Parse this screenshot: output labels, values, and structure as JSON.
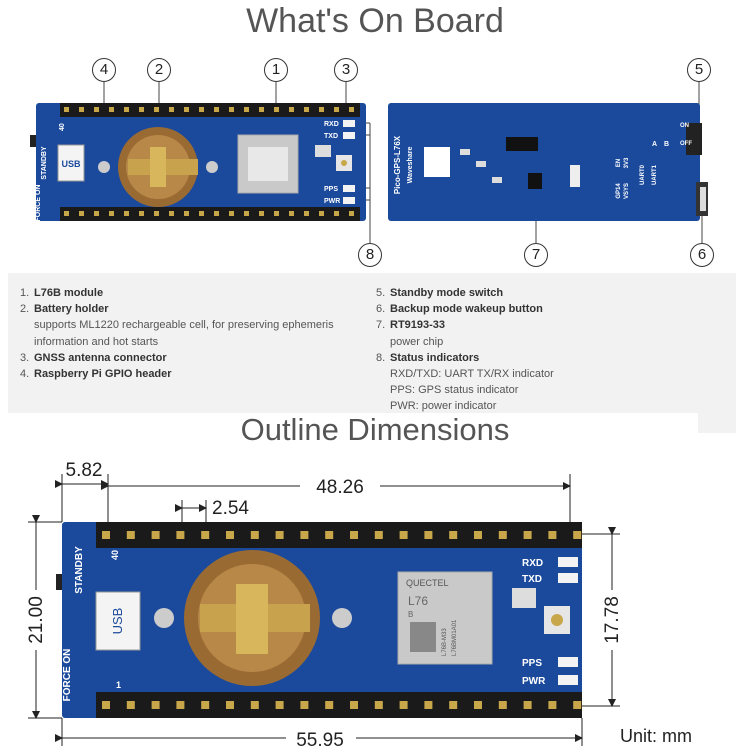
{
  "titles": {
    "top": "What's On Board",
    "bottom": "Outline Dimensions"
  },
  "callouts": [
    "1",
    "2",
    "3",
    "4",
    "5",
    "6",
    "7",
    "8"
  ],
  "front_board": {
    "rxd": "RXD",
    "txd": "TXD",
    "pps": "PPS",
    "pwr": "PWR",
    "standby": "STANDBY",
    "force_on": "FORCE ON",
    "usb": "USB",
    "pin40": "40",
    "pin1": "1"
  },
  "back_board": {
    "name": "Pico-GPS-L76X",
    "brand": "Waveshare",
    "on": "ON",
    "off": "OFF",
    "a": "A",
    "b": "B",
    "uart0": "UART0",
    "uart1": "UART1",
    "en": "EN",
    "v3": "3V3",
    "gp14": "GP14",
    "vsys": "VSYS"
  },
  "legend_left": [
    {
      "num": "1.",
      "label": "L76B module",
      "sub": []
    },
    {
      "num": "2.",
      "label": "Battery holder",
      "sub": [
        "supports ML1220 rechargeable cell, for preserving ephemeris",
        "information and hot starts"
      ]
    },
    {
      "num": "3.",
      "label": "GNSS antenna connector",
      "sub": []
    },
    {
      "num": "4.",
      "label": "Raspberry Pi GPIO header",
      "sub": []
    }
  ],
  "legend_right": [
    {
      "num": "5.",
      "label": "Standby mode switch",
      "sub": []
    },
    {
      "num": "6.",
      "label": "Backup mode wakeup button",
      "sub": []
    },
    {
      "num": "7.",
      "label": "RT9193-33",
      "sub": [
        "power chip"
      ]
    },
    {
      "num": "8.",
      "label": "Status indicators",
      "sub": [
        "RXD/TXD: UART TX/RX indicator",
        "PPS: GPS status indicator",
        "PWR: power indicator"
      ]
    }
  ],
  "dimensions": {
    "d582": "5.82",
    "d4826": "48.26",
    "d254": "2.54",
    "d2100": "21.00",
    "d1778": "17.78",
    "d5595": "55.95",
    "unit": "Unit: mm"
  },
  "module": {
    "brand": "QUECTEL",
    "model": "L76",
    "variant": "B",
    "code1": "L76B-M33",
    "code2": "L76BM01A01"
  },
  "colors": {
    "board": "#1b4a9c",
    "header": "#1a1a1a",
    "gold": "#c8a64a",
    "battery": "#9a6a33"
  }
}
